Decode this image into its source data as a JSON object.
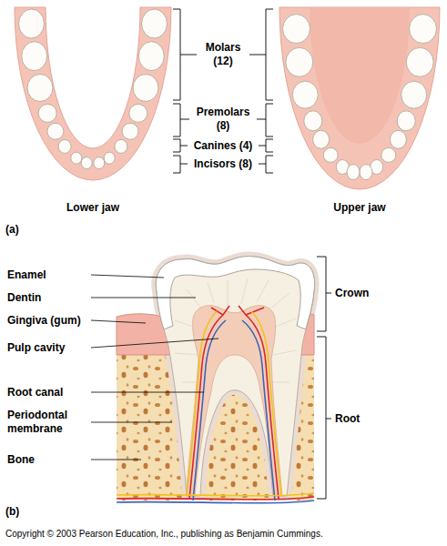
{
  "diagram": {
    "labels": [
      "Molars (12)",
      "Premolars (8)",
      "Canines (4)",
      "Incisors (8)",
      "Lower jaw",
      "Upper jaw",
      "(a)",
      "Enamel",
      "Dentin",
      "Gingiva (gum)",
      "Crown",
      "Pulp cavity",
      "Root canal",
      "Periodontal membrane",
      "Root",
      "Bone",
      "(b)",
      "Copyright © 2003 Pearson Education, Inc., publishing as Benjamin Cummings."
    ]
  }
}
